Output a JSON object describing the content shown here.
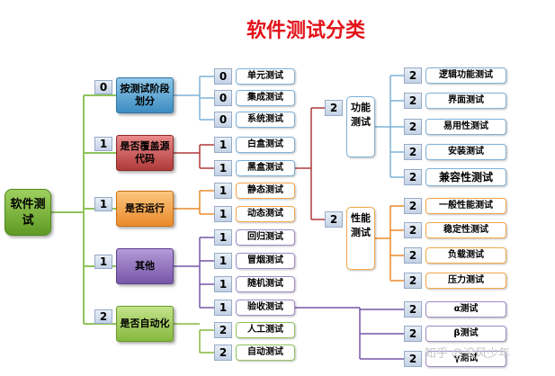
{
  "title": "软件测试分类",
  "root": "软件测试",
  "categories": [
    {
      "badge": "0",
      "label": "按测试阶段划分",
      "children": [
        {
          "badge": "0",
          "label": "单元测试"
        },
        {
          "badge": "0",
          "label": "集成测试"
        },
        {
          "badge": "0",
          "label": "系统测试"
        }
      ]
    },
    {
      "badge": "1",
      "label": "是否覆盖源代码",
      "children": [
        {
          "badge": "1",
          "label": "白盒测试"
        },
        {
          "badge": "1",
          "label": "黑盒测试"
        }
      ]
    },
    {
      "badge": "1",
      "label": "是否运行",
      "children": [
        {
          "badge": "1",
          "label": "静态测试"
        },
        {
          "badge": "1",
          "label": "动态测试"
        }
      ]
    },
    {
      "badge": "1",
      "label": "其他",
      "children": [
        {
          "badge": "1",
          "label": "回归测试"
        },
        {
          "badge": "1",
          "label": "冒烟测试"
        },
        {
          "badge": "1",
          "label": "随机测试"
        },
        {
          "badge": "1",
          "label": "验收测试"
        }
      ]
    },
    {
      "badge": "2",
      "label": "是否自动化",
      "children": [
        {
          "badge": "2",
          "label": "人工测试"
        },
        {
          "badge": "2",
          "label": "自动测试"
        }
      ]
    }
  ],
  "blackbox_subs": [
    {
      "badge": "2",
      "label": "功能测试",
      "children": [
        {
          "badge": "2",
          "label": "逻辑功能测试"
        },
        {
          "badge": "2",
          "label": "界面测试"
        },
        {
          "badge": "2",
          "label": "易用性测试"
        },
        {
          "badge": "2",
          "label": "安装测试"
        },
        {
          "badge": "2",
          "label": "兼容性测试"
        }
      ]
    },
    {
      "badge": "2",
      "label": "性能测试",
      "children": [
        {
          "badge": "2",
          "label": "一般性能测试"
        },
        {
          "badge": "2",
          "label": "稳定性测试"
        },
        {
          "badge": "2",
          "label": "负载测试"
        },
        {
          "badge": "2",
          "label": "压力测试"
        }
      ]
    }
  ],
  "acceptance_children": [
    {
      "badge": "2",
      "label": "α测试"
    },
    {
      "badge": "2",
      "label": "β测试"
    },
    {
      "badge": "2",
      "label": "γ测试"
    }
  ],
  "watermark": "知乎 @追风少年"
}
